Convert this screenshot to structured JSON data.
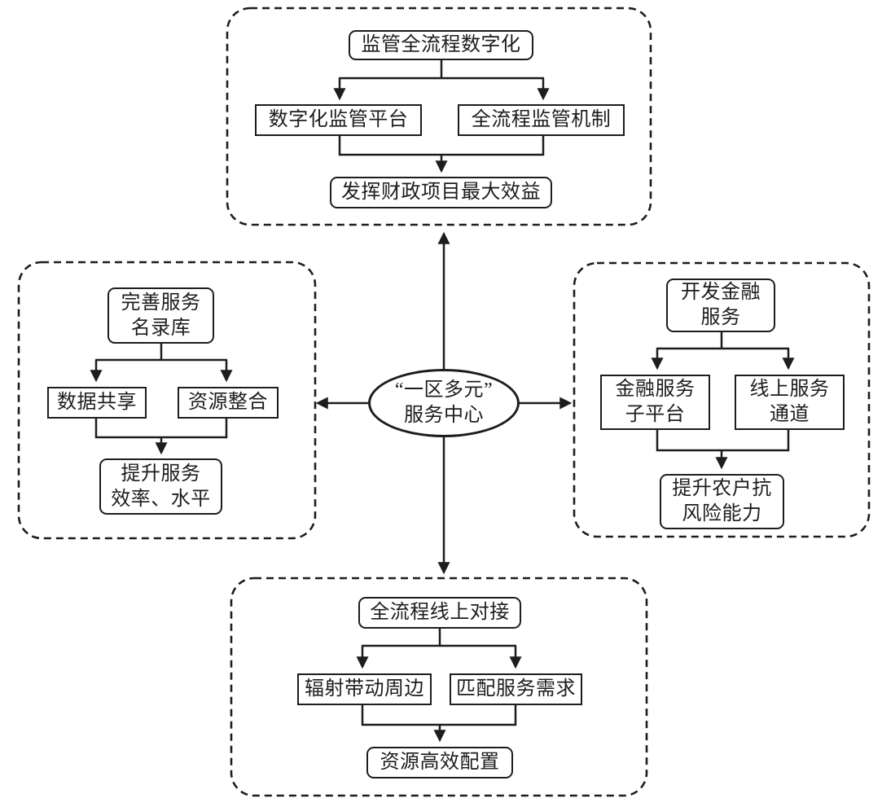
{
  "center_node": {
    "text": "“一区多元”\n服务中心"
  },
  "quadrants": {
    "top": {
      "source": "监管全流程数字化",
      "branch_left": "数字化监管平台",
      "branch_right": "全流程监管机制",
      "outcome": "发挥财政项目最大效益"
    },
    "left": {
      "source": "完善服务\n名录库",
      "branch_left": "数据共享",
      "branch_right": "资源整合",
      "outcome": "提升服务\n效率、水平"
    },
    "right": {
      "source": "开发金融\n服务",
      "branch_left": "金融服务\n子平台",
      "branch_right": "线上服务\n通道",
      "outcome": "提升农户抗\n风险能力"
    },
    "bottom": {
      "source": "全流程线上对接",
      "branch_left": "辐射带动周边",
      "branch_right": "匹配服务需求",
      "outcome": "资源高效配置"
    }
  },
  "colors": {
    "line": "#1d1d1d",
    "text": "#1d1d1d",
    "background": "#ffffff"
  }
}
